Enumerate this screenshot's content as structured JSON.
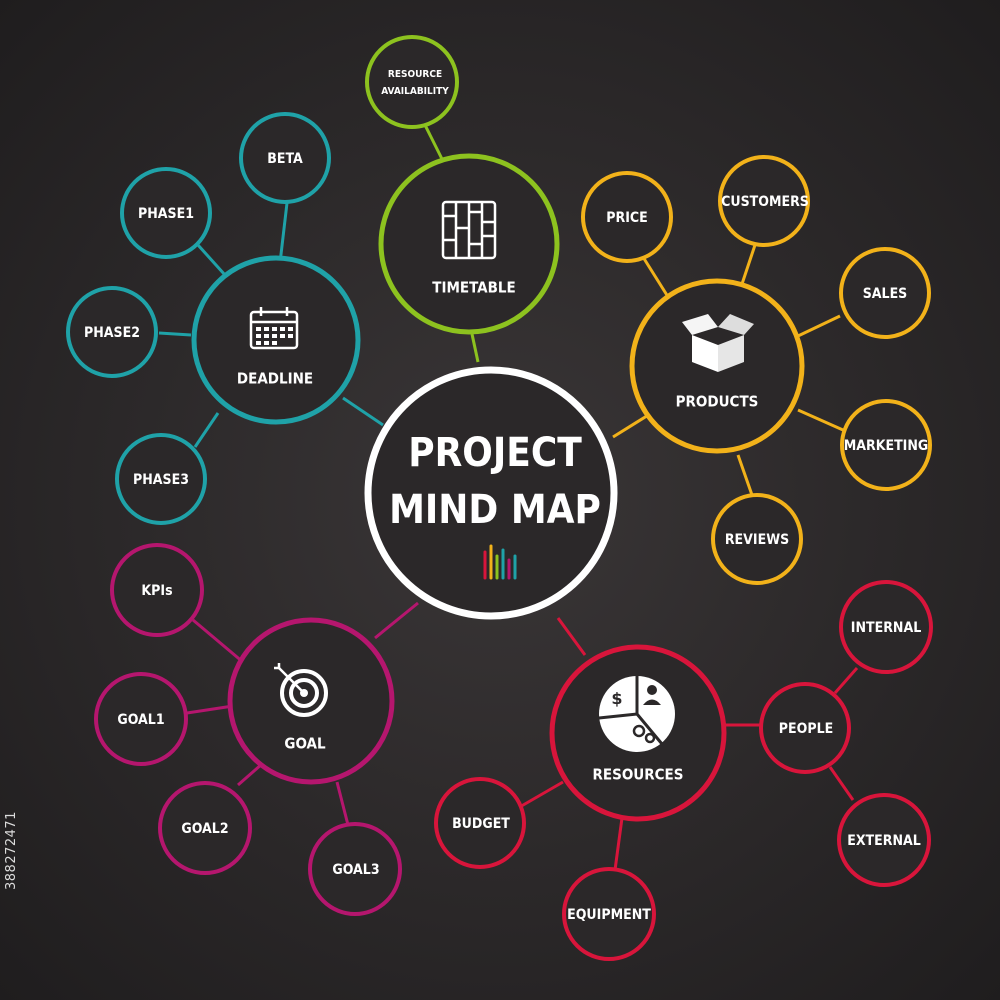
{
  "center": {
    "line1": "PROJECT",
    "line2": "MIND MAP"
  },
  "colors": {
    "background": "#2b2829",
    "deadline": "#1fa2a8",
    "timetable": "#8dc21f",
    "products": "#f2b21a",
    "resources": "#d8153b",
    "goal": "#b5166e",
    "center": "#ffffff"
  },
  "hubs": {
    "deadline": {
      "label": "DEADLINE",
      "icon": "calendar-icon"
    },
    "timetable": {
      "label": "TIMETABLE",
      "icon": "timetable-grid-icon"
    },
    "products": {
      "label": "PRODUCTS",
      "icon": "open-box-icon"
    },
    "resources": {
      "label": "RESOURCES",
      "icon": "pie-chart-resources-icon"
    },
    "goal": {
      "label": "GOAL",
      "icon": "target-icon"
    }
  },
  "leaves": {
    "beta": "BETA",
    "phase1": "PHASE1",
    "phase2": "PHASE2",
    "phase3": "PHASE3",
    "resource_availability_1": "RESOURCE",
    "resource_availability_2": "AVAILABILITY",
    "price": "PRICE",
    "customers": "CUSTOMERS",
    "sales": "SALES",
    "marketing": "MARKETING",
    "reviews": "REVIEWS",
    "internal": "INTERNAL",
    "people": "PEOPLE",
    "external": "EXTERNAL",
    "budget": "BUDGET",
    "equipment": "EQUIPMENT",
    "kpis": "KPIs",
    "goal1": "GOAL1",
    "goal2": "GOAL2",
    "goal3": "GOAL3"
  },
  "stock_id": "388272471"
}
